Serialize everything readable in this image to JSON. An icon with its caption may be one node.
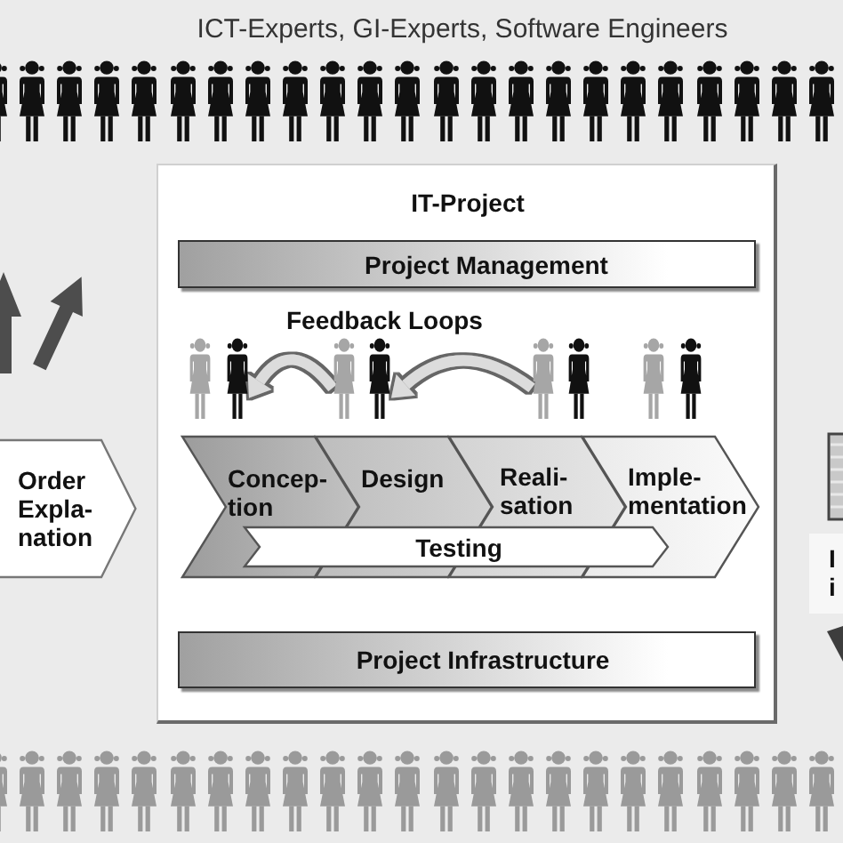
{
  "diagram": {
    "nodes": [
      {
        "text": [
          "IT-Project"
        ]
      },
      {
        "text": [
          "Project Management"
        ],
        "in": 0
      },
      {
        "text": [],
        "shape": "person",
        "in": 0
      },
      {
        "text": [],
        "shape": "person",
        "in": 0
      },
      {
        "text": [],
        "shape": "person",
        "in": 0
      },
      {
        "text": [],
        "shape": "person",
        "in": 0
      },
      {
        "text": [],
        "shape": "person",
        "in": 0
      },
      {
        "text": [],
        "shape": "person",
        "in": 0
      },
      {
        "text": [],
        "shape": "person",
        "in": 0
      },
      {
        "text": [],
        "shape": "person",
        "in": 0
      },
      {
        "text": [
          "Concep- tion"
        ],
        "in": 0
      },
      {
        "text": [
          "Design"
        ],
        "in": 0
      },
      {
        "text": [
          "Reali- sation"
        ],
        "in": 0
      },
      {
        "text": [
          "Imple- mentation"
        ],
        "in": 0
      },
      {
        "text": [
          "Testing"
        ],
        "in": 0
      },
      {
        "text": [
          "Project Infrastructure"
        ],
        "in": 0
      },
      {
        "text": [
          "Order Expla- nation"
        ]
      },
      {
        "text": [
          "I i"
        ]
      }
    ],
    "edges": [
      {
        "from": 4,
        "to": 3,
        "arrow": "to"
      },
      {
        "from": 6,
        "to": 5,
        "arrow": "to"
      }
    ],
    "labels": [
      "ICT-Experts, GI-Experts, Software Engineers",
      "Feedback Loops"
    ]
  }
}
